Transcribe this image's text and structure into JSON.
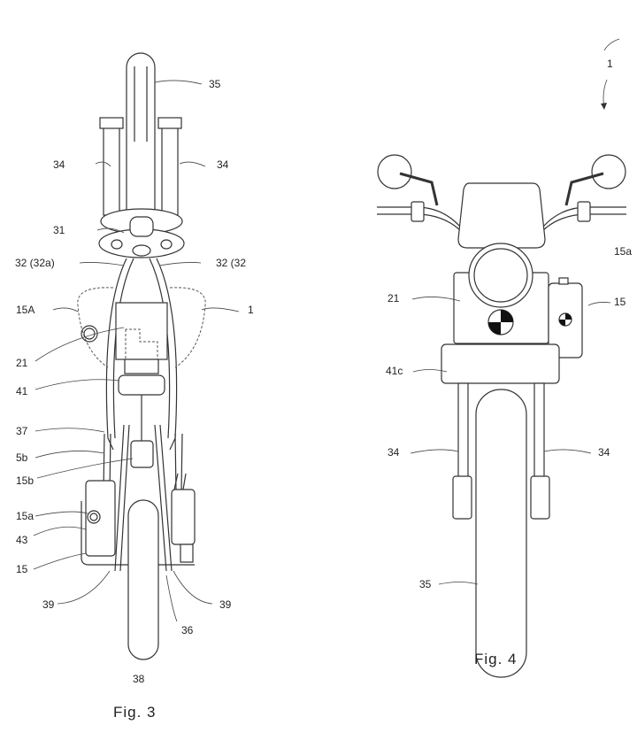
{
  "fig3": {
    "caption": "Fig. 3",
    "labels": {
      "front_wheel": "35",
      "fork_left": "34",
      "fork_right": "34",
      "handle_clamp": "31",
      "frame_left": "32 (32a)",
      "frame_right": "32 (32",
      "cover_left": "15A",
      "cover_right": "1",
      "body": "21",
      "unit": "41",
      "line37": "37",
      "line5b": "5b",
      "line15b": "15b",
      "cap": "15a",
      "bracket": "43",
      "tank": "15",
      "rail_left": "39",
      "rail_right": "39",
      "center": "36",
      "rear_wheel": "38"
    }
  },
  "fig4": {
    "caption": "Fig. 4",
    "labels": {
      "vehicle": "1",
      "cap": "15a",
      "tank": "15",
      "body": "21",
      "unit": "41c",
      "fork_left": "34",
      "fork_right": "34",
      "wheel": "35"
    }
  }
}
